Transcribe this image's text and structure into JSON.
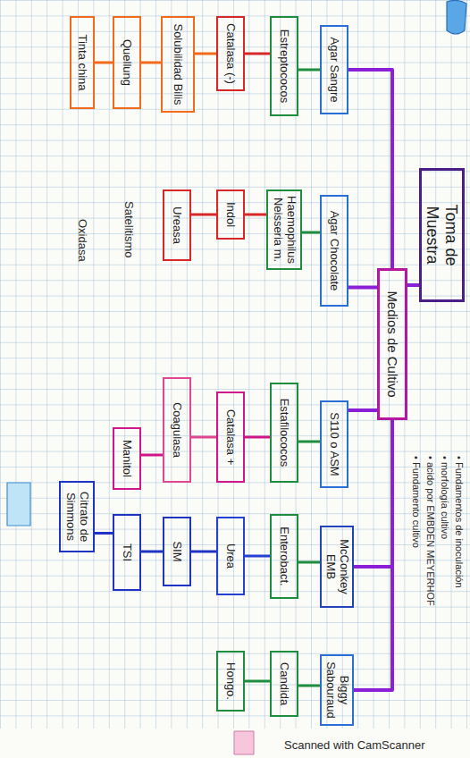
{
  "diagram": {
    "nodes": [
      {
        "text": [
          "Toma de Muestra"
        ]
      },
      {
        "text": [
          "Medios de Cultivo"
        ]
      },
      {
        "text": [
          "Agar Sangre"
        ]
      },
      {
        "text": [
          "Agar Chocolate"
        ]
      },
      {
        "text": [
          "S110 o ASM"
        ]
      },
      {
        "text": [
          "McConkey EMB"
        ]
      },
      {
        "text": [
          "Biggy Sabouraud"
        ]
      },
      {
        "text": [
          "Estreptococos"
        ]
      },
      {
        "text": [
          "Haemophilus Neisseria m."
        ]
      },
      {
        "text": [
          "Estafilococos"
        ]
      },
      {
        "text": [
          "Enterobact."
        ]
      },
      {
        "text": [
          "Candida"
        ]
      },
      {
        "text": [
          "Catalasa (-)"
        ]
      },
      {
        "text": [
          "Indol"
        ]
      },
      {
        "text": [
          "Catalasa +"
        ]
      },
      {
        "text": [
          "Urea"
        ]
      },
      {
        "text": [
          "Hongo."
        ]
      },
      {
        "text": [
          "Solubilidad Bilis"
        ]
      },
      {
        "text": [
          "Ureasa"
        ]
      },
      {
        "text": [
          "Coagulasa"
        ]
      },
      {
        "text": [
          "SIM"
        ]
      },
      {
        "text": [
          "Quellung"
        ]
      },
      {
        "text": [
          "Manitol"
        ]
      },
      {
        "text": [
          "TSI"
        ]
      },
      {
        "text": [
          "Tinta china"
        ]
      },
      {
        "text": [
          "Citrato de Simmons"
        ]
      }
    ],
    "edges": [
      {
        "from": 0,
        "to": 1,
        "arrow": "none"
      },
      {
        "from": 1,
        "to": 2,
        "arrow": "none"
      },
      {
        "from": 1,
        "to": 3,
        "arrow": "none"
      },
      {
        "from": 1,
        "to": 4,
        "arrow": "none"
      },
      {
        "from": 1,
        "to": 5,
        "arrow": "none"
      },
      {
        "from": 1,
        "to": 6,
        "arrow": "none"
      },
      {
        "from": 2,
        "to": 7,
        "arrow": "none"
      },
      {
        "from": 3,
        "to": 8,
        "arrow": "none"
      },
      {
        "from": 4,
        "to": 9,
        "arrow": "none"
      },
      {
        "from": 5,
        "to": 10,
        "arrow": "none"
      },
      {
        "from": 6,
        "to": 11,
        "arrow": "none"
      },
      {
        "from": 7,
        "to": 12,
        "arrow": "none"
      },
      {
        "from": 8,
        "to": 13,
        "arrow": "none"
      },
      {
        "from": 9,
        "to": 14,
        "arrow": "none"
      },
      {
        "from": 10,
        "to": 15,
        "arrow": "none"
      },
      {
        "from": 11,
        "to": 16,
        "arrow": "none"
      },
      {
        "from": 12,
        "to": 17,
        "arrow": "none"
      },
      {
        "from": 13,
        "to": 18,
        "arrow": "none"
      },
      {
        "from": 14,
        "to": 19,
        "arrow": "none"
      },
      {
        "from": 15,
        "to": 20,
        "arrow": "none"
      },
      {
        "from": 17,
        "to": 21,
        "arrow": "none"
      },
      {
        "from": 19,
        "to": 22,
        "arrow": "none"
      },
      {
        "from": 20,
        "to": 23,
        "arrow": "none"
      },
      {
        "from": 21,
        "to": 24,
        "arrow": "none"
      },
      {
        "from": 23,
        "to": 25,
        "arrow": "none"
      }
    ],
    "labels": [
      "• Fundamentos de inoculación",
      "• morfología cultivo",
      "• acido por EMBDEN MEYERHOF",
      "• Fundamento cultivo",
      "Satelitismo",
      "Oxidasa",
      "Scanned with CamScanner"
    ]
  }
}
